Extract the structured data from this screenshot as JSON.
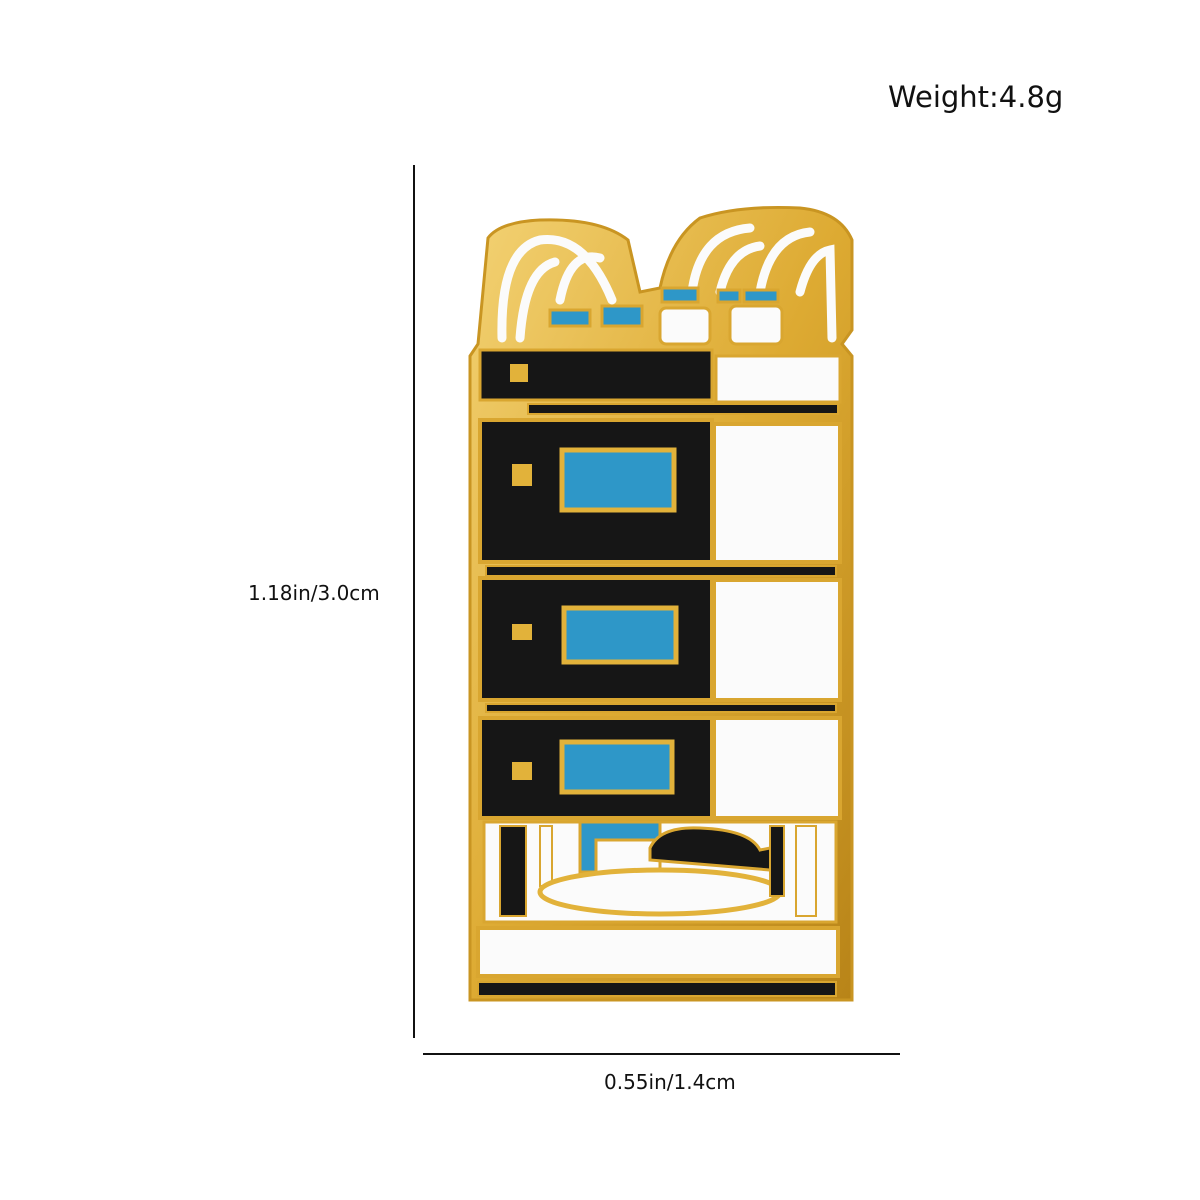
{
  "weight_label": "Weight:4.8g",
  "height_label": "1.18in/3.0cm",
  "width_label": "0.55in/1.4cm",
  "colors": {
    "gold": "#E2B23A",
    "black": "#161616",
    "white": "#FBFBFB",
    "blue": "#2E97C8"
  },
  "product": {
    "icon": "hplc-instrument-pin-icon"
  }
}
